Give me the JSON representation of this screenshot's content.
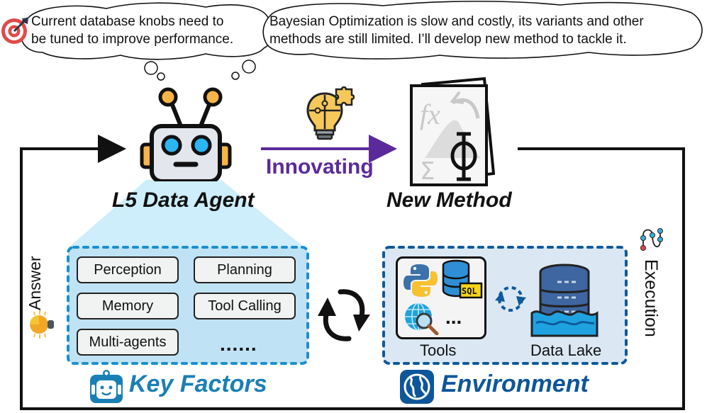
{
  "thoughts": {
    "left": {
      "icon": "target-icon",
      "line1": "Current database knobs need to",
      "line2": "be tuned to improve performance."
    },
    "right": {
      "line1": "Bayesian Optimization is slow and costly, its variants and other",
      "line2": "methods are still limited. I’ll develop new method to tackle it."
    }
  },
  "agent": {
    "title": "L5 Data Agent",
    "icon": "robot-icon"
  },
  "innovation": {
    "label": "Innovating",
    "icon": "puzzle-lightbulb-icon",
    "color": "#5b2a9a"
  },
  "method": {
    "title": "New Method",
    "icon": "formula-document-icon"
  },
  "key_factors": {
    "title": "Key Factors",
    "icon": "robot-badge-icon",
    "color": "#1a7fb5",
    "items": [
      "Perception",
      "Planning",
      "Memory",
      "Tool Calling",
      "Multi-agents"
    ],
    "more": "......"
  },
  "environment": {
    "title": "Environment",
    "icon": "globe-badge-icon",
    "color": "#0d569a",
    "tools_label": "Tools",
    "tools_icons": [
      "python-icon",
      "sql-database-icon",
      "web-search-icon"
    ],
    "tools_more": "...",
    "lake_label": "Data Lake",
    "lake_icon": "data-lake-icon"
  },
  "loop": {
    "answer_label": "Answer",
    "answer_icon": "lightbulb-icon",
    "execution_label": "Execution",
    "execution_icon": "workflow-icon",
    "cycle_icon": "cycle-arrows-icon"
  }
}
